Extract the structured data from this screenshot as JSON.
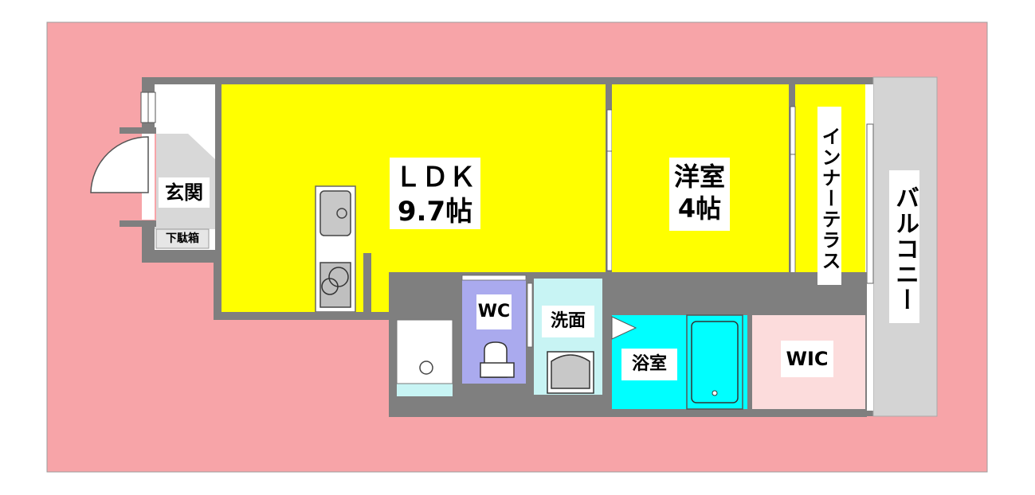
{
  "colors": {
    "site": "#f7a4a8",
    "wall": "#7f7f7f",
    "ldk": "#ffff00",
    "wc": "#aaaaee",
    "washroom": "#c8f4f4",
    "bath": "#00ffff",
    "wic": "#fcdcdc",
    "balcony": "#d4d4d4",
    "entrance": "#d8d8d8"
  },
  "rooms": {
    "entrance": "玄関",
    "shoe_box": "下駄箱",
    "ldk_line1": "ＬＤＫ",
    "ldk_line2": "9.7帖",
    "western_line1": "洋室",
    "western_line2": "4帖",
    "inner_terrace": "インナーテラス",
    "balcony": "バルコニー",
    "wc": "WC",
    "washroom": "洗面",
    "bathroom": "浴室",
    "wic": "WIC"
  }
}
